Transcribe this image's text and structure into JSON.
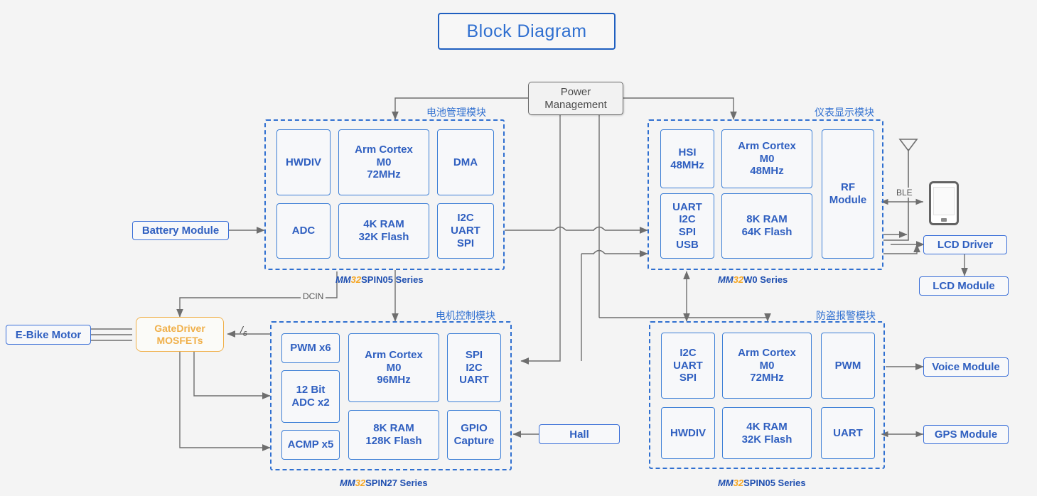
{
  "title": "Block Diagram",
  "colors": {
    "blue": "#2f6fd0",
    "deep_blue": "#1f4fb0",
    "orange": "#f5a623",
    "gray": "#6b6b6b",
    "background": "#f4f4f4"
  },
  "power_management": {
    "line1": "Power",
    "line2": "Management"
  },
  "modules": [
    {
      "id": "battery-management",
      "cn_label": "电池管理模块",
      "series_mm": "MM",
      "series_32": "32",
      "series_rest": "SPIN05 Series",
      "cells": [
        {
          "name": "hwdiv",
          "lines": [
            "HWDIV"
          ]
        },
        {
          "name": "arm-cortex",
          "lines": [
            "Arm Cortex",
            "M0",
            "72MHz"
          ]
        },
        {
          "name": "dma",
          "lines": [
            "DMA"
          ]
        },
        {
          "name": "adc",
          "lines": [
            "ADC"
          ]
        },
        {
          "name": "memory",
          "lines": [
            "4K RAM",
            "32K Flash"
          ]
        },
        {
          "name": "interfaces",
          "lines": [
            "I2C",
            "UART",
            "SPI"
          ]
        }
      ]
    },
    {
      "id": "instrument-display",
      "cn_label": "仪表显示模块",
      "series_mm": "MM",
      "series_32": "32",
      "series_rest": "W0 Series",
      "cells": [
        {
          "name": "hsi",
          "lines": [
            "HSI",
            "48MHz"
          ]
        },
        {
          "name": "arm-cortex",
          "lines": [
            "Arm Cortex",
            "M0",
            "48MHz"
          ]
        },
        {
          "name": "rf-module",
          "lines": [
            "RF",
            "Module"
          ]
        },
        {
          "name": "interfaces",
          "lines": [
            "UART",
            "I2C",
            "SPI",
            "USB"
          ]
        },
        {
          "name": "memory",
          "lines": [
            "8K RAM",
            "64K Flash"
          ]
        }
      ]
    },
    {
      "id": "motor-control",
      "cn_label": "电机控制模块",
      "series_mm": "MM",
      "series_32": "32",
      "series_rest": "SPIN27 Series",
      "cells": [
        {
          "name": "pwm",
          "lines": [
            "PWM x6"
          ]
        },
        {
          "name": "adc",
          "lines": [
            "12 Bit",
            "ADC x2"
          ]
        },
        {
          "name": "acmp",
          "lines": [
            "ACMP x5"
          ]
        },
        {
          "name": "arm-cortex",
          "lines": [
            "Arm Cortex",
            "M0",
            "96MHz"
          ]
        },
        {
          "name": "memory",
          "lines": [
            "8K RAM",
            "128K Flash"
          ]
        },
        {
          "name": "interfaces",
          "lines": [
            "SPI",
            "I2C",
            "UART"
          ]
        },
        {
          "name": "gpio",
          "lines": [
            "GPIO",
            "Capture"
          ]
        }
      ]
    },
    {
      "id": "anti-theft-alarm",
      "cn_label": "防盗报警模块",
      "series_mm": "MM",
      "series_32": "32",
      "series_rest": "SPIN05 Series",
      "cells": [
        {
          "name": "interfaces",
          "lines": [
            "I2C",
            "UART",
            "SPI"
          ]
        },
        {
          "name": "arm-cortex",
          "lines": [
            "Arm Cortex",
            "M0",
            "72MHz"
          ]
        },
        {
          "name": "pwm",
          "lines": [
            "PWM"
          ]
        },
        {
          "name": "hwdiv",
          "lines": [
            "HWDIV"
          ]
        },
        {
          "name": "memory",
          "lines": [
            "4K RAM",
            "32K Flash"
          ]
        },
        {
          "name": "uart",
          "lines": [
            "UART"
          ]
        }
      ]
    }
  ],
  "peripherals": {
    "battery_module": "Battery Module",
    "ebike_motor": "E-Bike Motor",
    "gate_driver_line1": "GateDriver",
    "gate_driver_line2": "MOSFETs",
    "hall": "Hall",
    "lcd_driver": "LCD Driver",
    "lcd_module": "LCD Module",
    "voice_module": "Voice Module",
    "gps_module": "GPS Module"
  },
  "wire_labels": {
    "dcin": "DCIN",
    "six_phase": "/",
    "six_phase_sub": "6",
    "ble": "BLE"
  },
  "icons": {
    "antenna": "antenna-icon",
    "phone": "smartphone-icon"
  }
}
